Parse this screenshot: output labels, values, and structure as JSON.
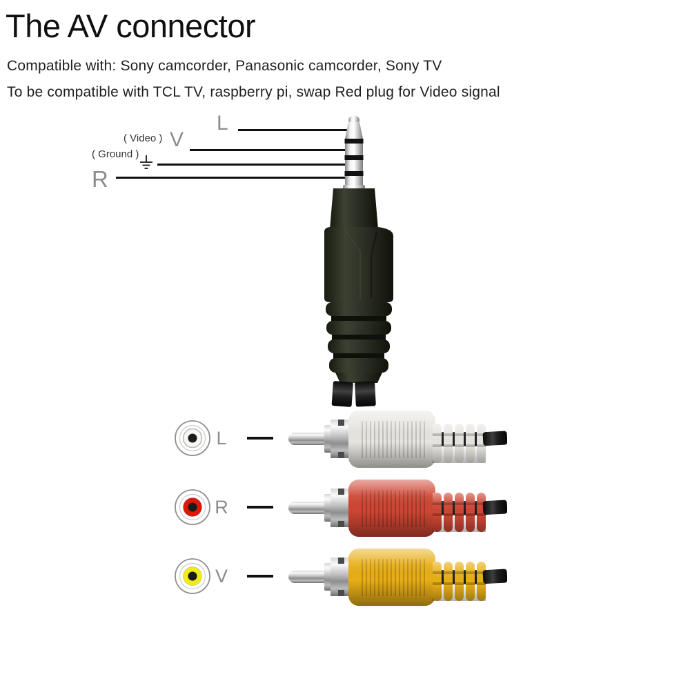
{
  "header": {
    "title": "The AV connector",
    "subtitle1": "Compatible with: Sony camcorder, Panasonic camcorder, Sony TV",
    "subtitle2": "To be compatible with TCL TV, raspberry pi, swap Red plug for Video signal"
  },
  "pinout": {
    "l": {
      "label": "L"
    },
    "v": {
      "label": "V",
      "annotation": "( Video )"
    },
    "ground": {
      "annotation": "( Ground )",
      "symbol": "earth-ground-icon"
    },
    "r": {
      "label": "R"
    }
  },
  "trrs_plug": {
    "type": "3.5mm TRRS plug",
    "segments_top_to_bottom": [
      "L",
      "V",
      "Ground",
      "R"
    ],
    "body_color": "#2c2f23",
    "cable_color": "#161616"
  },
  "rca": {
    "rows": [
      {
        "label": "L",
        "plug_color": "#e7e5e0",
        "disc_color": "#f7f6f3"
      },
      {
        "label": "R",
        "plug_color": "#cd4634",
        "disc_color": "#dc1808"
      },
      {
        "label": "V",
        "plug_color": "#e8ae17",
        "disc_color": "#f0ec1c"
      }
    ]
  },
  "colors": {
    "background": "#ffffff",
    "text": "#1f1f1f",
    "label_gray": "#8c8c8c",
    "annotation_gray": "#343434",
    "line_black": "#0f0f0f"
  }
}
